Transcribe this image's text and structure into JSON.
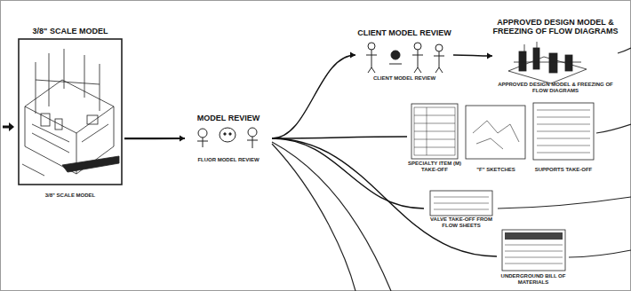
{
  "diagram": {
    "nodes": [
      {
        "text": [
          "3/8\" SCALE MODEL",
          "3/8\" SCALE MODEL"
        ]
      },
      {
        "text": [
          "MODEL REVIEW",
          "FLUOR MODEL REVIEW"
        ]
      },
      {
        "text": [
          "CLIENT MODEL REVIEW",
          "CLIENT MODEL REVIEW"
        ]
      },
      {
        "text": [
          "APPROVED DESIGN MODEL & FREEZING OF FLOW DIAGRAMS",
          "APPROVED DESIGN MODEL & FREEZING OF FLOW DIAGRAMS"
        ]
      },
      {
        "text": [
          "SPECIALTY ITEM (M) TAKE-OFF"
        ]
      },
      {
        "text": [
          "\"F\" SKETCHES"
        ]
      },
      {
        "text": [
          "SUPPORTS TAKE-OFF"
        ]
      },
      {
        "text": [
          "VALVE TAKE-OFF FROM FLOW SHEETS"
        ]
      },
      {
        "text": [
          "UNDERGROUND BILL OF MATERIALS"
        ]
      }
    ],
    "edges": [
      {
        "from": 0,
        "to": 1,
        "arrow": "to"
      },
      {
        "from": 1,
        "to": 2,
        "arrow": "to"
      },
      {
        "from": 2,
        "to": 3,
        "arrow": "to"
      },
      {
        "from": 1,
        "to": 4,
        "arrow": "none"
      },
      {
        "from": 1,
        "to": 7,
        "arrow": "none"
      },
      {
        "from": 1,
        "to": 8,
        "arrow": "none"
      }
    ]
  }
}
